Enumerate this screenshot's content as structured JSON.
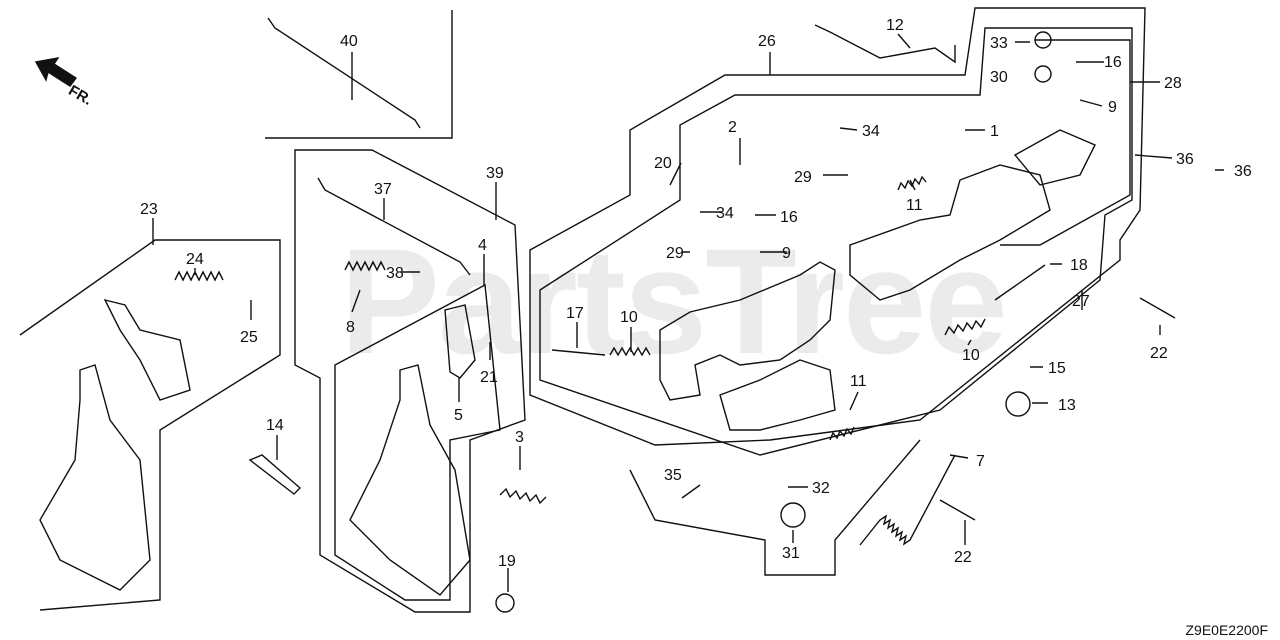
{
  "watermark": "PartsTree",
  "direction_label": "FR.",
  "diagram_code": "Z9E0E2200F",
  "callouts": [
    {
      "id": "c40",
      "label": "40"
    },
    {
      "id": "c12",
      "label": "12"
    },
    {
      "id": "c26",
      "label": "26"
    },
    {
      "id": "c33",
      "label": "33"
    },
    {
      "id": "c16a",
      "label": "16"
    },
    {
      "id": "c30",
      "label": "30"
    },
    {
      "id": "c28",
      "label": "28"
    },
    {
      "id": "c9a",
      "label": "9"
    },
    {
      "id": "c1",
      "label": "1"
    },
    {
      "id": "c2",
      "label": "2"
    },
    {
      "id": "c34a",
      "label": "34"
    },
    {
      "id": "c36a",
      "label": "36"
    },
    {
      "id": "c36b",
      "label": "36"
    },
    {
      "id": "c20",
      "label": "20"
    },
    {
      "id": "c29a",
      "label": "29"
    },
    {
      "id": "c11a",
      "label": "11"
    },
    {
      "id": "c39",
      "label": "39"
    },
    {
      "id": "c37",
      "label": "37"
    },
    {
      "id": "c23",
      "label": "23"
    },
    {
      "id": "c24",
      "label": "24"
    },
    {
      "id": "c25",
      "label": "25"
    },
    {
      "id": "c4",
      "label": "4"
    },
    {
      "id": "c38",
      "label": "38"
    },
    {
      "id": "c8",
      "label": "8"
    },
    {
      "id": "c21",
      "label": "21"
    },
    {
      "id": "c5",
      "label": "5"
    },
    {
      "id": "c34b",
      "label": "34"
    },
    {
      "id": "c16b",
      "label": "16"
    },
    {
      "id": "c29b",
      "label": "29"
    },
    {
      "id": "c9b",
      "label": "9"
    },
    {
      "id": "c18",
      "label": "18"
    },
    {
      "id": "c17",
      "label": "17"
    },
    {
      "id": "c10a",
      "label": "10"
    },
    {
      "id": "c10b",
      "label": "10"
    },
    {
      "id": "c27",
      "label": "27"
    },
    {
      "id": "c22a",
      "label": "22"
    },
    {
      "id": "c15",
      "label": "15"
    },
    {
      "id": "c11b",
      "label": "11"
    },
    {
      "id": "c13",
      "label": "13"
    },
    {
      "id": "c14",
      "label": "14"
    },
    {
      "id": "c3",
      "label": "3"
    },
    {
      "id": "c7",
      "label": "7"
    },
    {
      "id": "c35",
      "label": "35"
    },
    {
      "id": "c32",
      "label": "32"
    },
    {
      "id": "c31",
      "label": "31"
    },
    {
      "id": "c22b",
      "label": "22"
    },
    {
      "id": "c19",
      "label": "19"
    }
  ]
}
